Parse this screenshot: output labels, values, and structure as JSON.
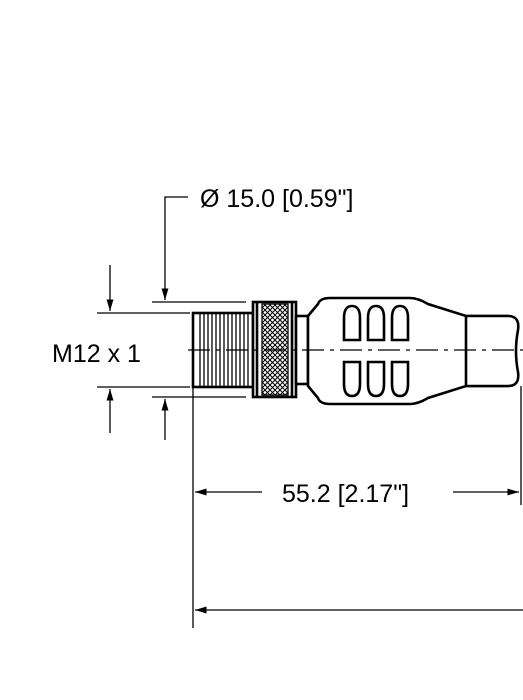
{
  "dimensions": {
    "diameter": "Ø 15.0 [0.59\"]",
    "thread": "M12 x 1",
    "length": "55.2 [2.17\"]"
  }
}
